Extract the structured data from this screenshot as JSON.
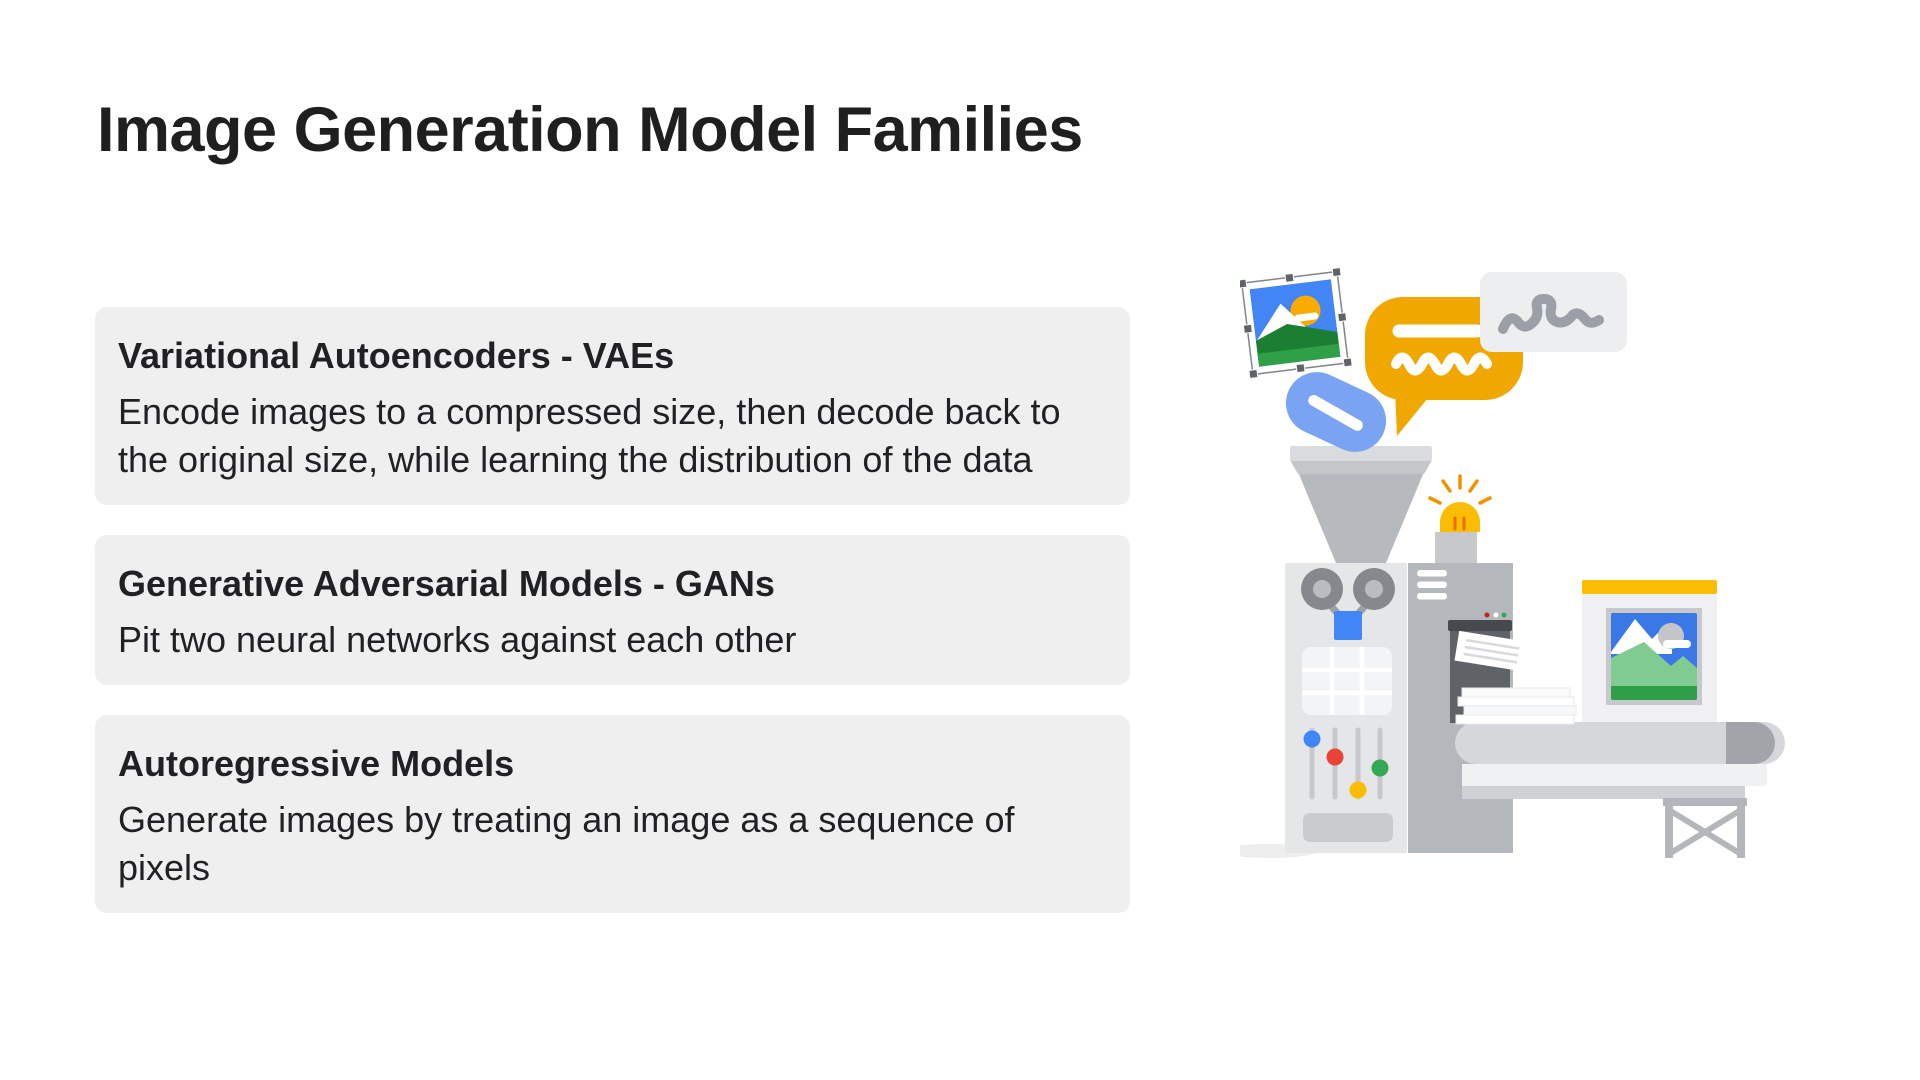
{
  "slide": {
    "title": "Image Generation Model Families",
    "cards": [
      {
        "title": "Variational Autoencoders - VAEs",
        "body": "Encode images to a compressed size, then decode back to the original size, while learning the distribution of the data"
      },
      {
        "title": "Generative Adversarial Models - GANs",
        "body": "Pit two neural networks against each other"
      },
      {
        "title": "Autoregressive Models",
        "body": "Generate images by treating an image as a sequence of pixels"
      }
    ],
    "illustration": {
      "name": "image-generation-machine",
      "parts": [
        "photo-thumbnail-with-selection-handles",
        "speech-bubble",
        "scribble-note-card",
        "blue-pill-token",
        "input-funnel",
        "control-panel-with-reels-grid-sliders",
        "machine-tower",
        "alert-beacon-light",
        "printer-with-paper",
        "paper-stack",
        "conveyor-belt-table",
        "printed-landscape-image-box"
      ]
    },
    "colors": {
      "background": "#ffffff",
      "card_background": "#efeff0",
      "text": "#202124",
      "bubble_yellow": "#f0a800",
      "beacon_yellow": "#fbbc04",
      "google_blue": "#4285f4",
      "google_red": "#ea4335",
      "google_green": "#34a853",
      "pill_blue": "#7aa4f2"
    }
  }
}
